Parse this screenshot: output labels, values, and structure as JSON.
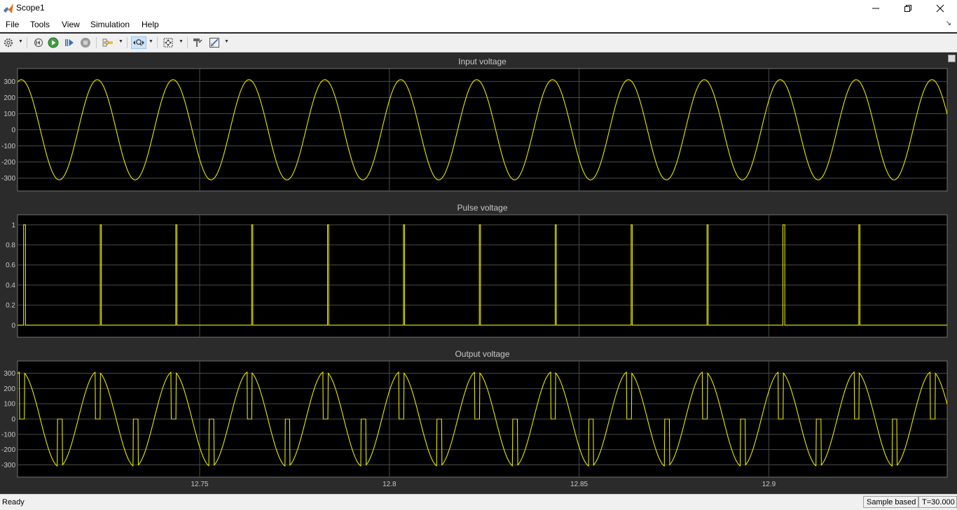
{
  "window": {
    "title": "Scope1",
    "minimize_icon": "minimize-icon",
    "maximize_icon": "restore-icon",
    "close_icon": "close-icon"
  },
  "menu": {
    "items": [
      "File",
      "Tools",
      "View",
      "Simulation",
      "Help"
    ]
  },
  "toolbar": {
    "icons": [
      "settings-icon",
      "step-back-icon",
      "run-icon",
      "step-forward-icon",
      "stop-icon",
      "signal-select-icon",
      "zoom-icon",
      "autoscale-icon",
      "style-icon",
      "measure-icon"
    ]
  },
  "colors": {
    "signal": "#e6e600",
    "axes_bg": "#000000",
    "frame_bg": "#2b2b2b",
    "grid": "#4a4a4a",
    "label": "#c8c8c8"
  },
  "status": {
    "ready": "Ready",
    "mode": "Sample based",
    "time": "T=30.000"
  },
  "chart_data": [
    {
      "type": "line",
      "title": "Input voltage",
      "xlabel": "",
      "ylabel": "",
      "xlim": [
        12.702,
        12.947
      ],
      "ylim": [
        -380,
        380
      ],
      "yticks": [
        -300,
        -200,
        -100,
        0,
        100,
        200,
        300
      ],
      "xticks": [
        12.75,
        12.8,
        12.85,
        12.9
      ],
      "show_xticklabels": false,
      "grid": true,
      "series": [
        {
          "kind": "sine",
          "amplitude": 311,
          "frequency_hz": 50,
          "phase_deg": 36
        }
      ]
    },
    {
      "type": "line",
      "title": "Pulse voltage",
      "xlabel": "",
      "ylabel": "",
      "xlim": [
        12.702,
        12.947
      ],
      "ylim": [
        -0.12,
        1.1
      ],
      "yticks": [
        0,
        0.2,
        0.4,
        0.6,
        0.8,
        1
      ],
      "xticks": [
        12.75,
        12.8,
        12.85,
        12.9
      ],
      "show_xticklabels": false,
      "grid": true,
      "series": [
        {
          "kind": "pulses",
          "low": 0,
          "high": 1,
          "pulses": [
            [
              12.7036,
              12.7041
            ],
            [
              12.7238,
              12.7241
            ],
            [
              12.7437,
              12.744
            ],
            [
              12.7637,
              12.764
            ],
            [
              12.7837,
              12.784
            ],
            [
              12.8037,
              12.804
            ],
            [
              12.8237,
              12.824
            ],
            [
              12.8437,
              12.844
            ],
            [
              12.8637,
              12.864
            ],
            [
              12.8837,
              12.884
            ],
            [
              12.9037,
              12.9042
            ],
            [
              12.9237,
              12.924
            ]
          ]
        }
      ]
    },
    {
      "type": "line",
      "title": "Output voltage",
      "xlabel": "",
      "ylabel": "",
      "xlim": [
        12.702,
        12.947
      ],
      "ylim": [
        -380,
        380
      ],
      "yticks": [
        -300,
        -200,
        -100,
        0,
        100,
        200,
        300
      ],
      "xticks": [
        12.75,
        12.8,
        12.85,
        12.9
      ],
      "xticklabels": [
        "12.75",
        "12.8",
        "12.85",
        "12.9"
      ],
      "show_xticklabels": true,
      "grid": true,
      "series": [
        {
          "kind": "phase-controlled-sine",
          "amplitude": 311,
          "frequency_hz": 50,
          "phase_deg": 36,
          "firing_period": 0.01,
          "firing_offset": 0.0038,
          "off_duration": 0.0013
        }
      ]
    }
  ]
}
